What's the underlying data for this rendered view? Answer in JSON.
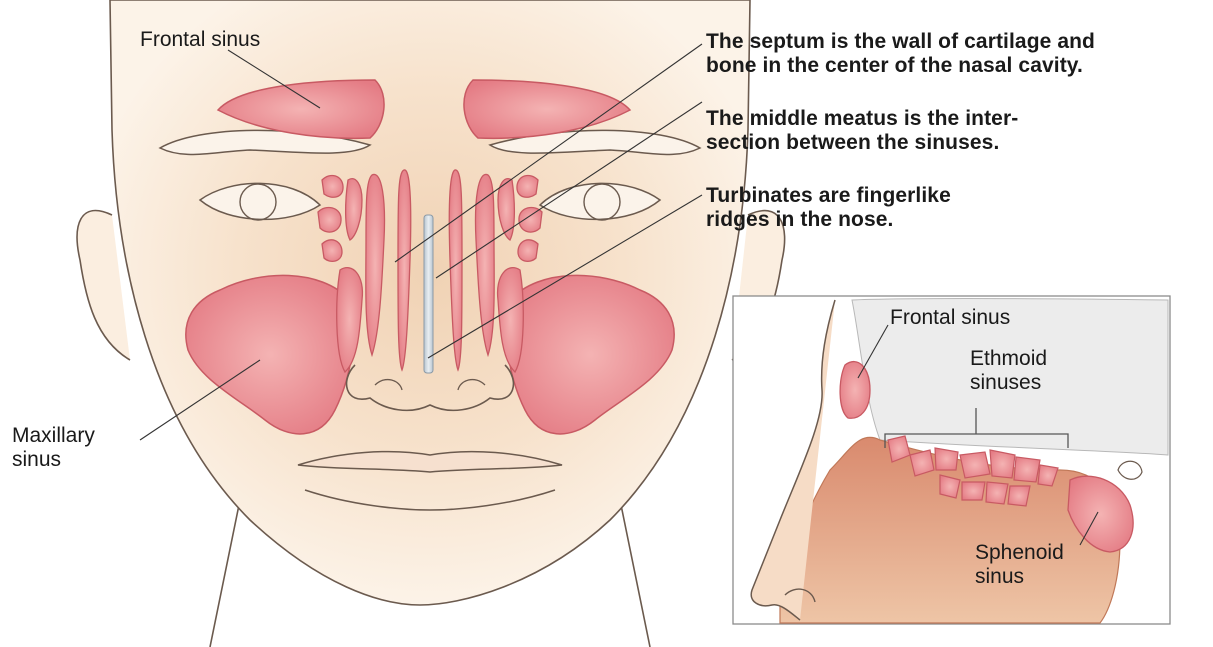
{
  "front_view": {
    "frontal_sinus_label": "Frontal sinus",
    "maxillary_sinus_label": [
      "Maxillary",
      "sinus"
    ]
  },
  "callouts": {
    "septum": [
      "The septum is the wall of cartilage and",
      "bone in the center of the nasal cavity."
    ],
    "middle_meatus": [
      "The middle meatus is the inter-",
      "section between the sinuses."
    ],
    "turbinates": [
      "Turbinates are fingerlike",
      "ridges in the nose."
    ]
  },
  "side_view": {
    "frontal_sinus_label": "Frontal sinus",
    "ethmoid_label": [
      "Ethmoid",
      "sinuses"
    ],
    "sphenoid_label": [
      "Sphenoid",
      "sinus"
    ]
  },
  "colors": {
    "skin": "#faeee0",
    "skin_shadow": "#f1d9bf",
    "sinus_fill": "#e8868c",
    "sinus_edge": "#c85a63",
    "outline": "#6b5a4e",
    "septum": "#c9d3dc",
    "leader": "#333333"
  }
}
